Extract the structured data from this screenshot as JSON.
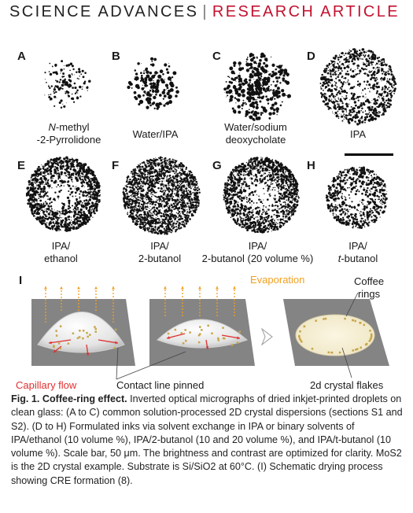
{
  "header": {
    "journal": "SCIENCE ADVANCES",
    "separator": "|",
    "section": "RESEARCH ARTICLE"
  },
  "panels": [
    {
      "label": "A",
      "caption_lines": [
        "N-methyl",
        "-2-Pyrrolidone"
      ]
    },
    {
      "label": "B",
      "caption_lines": [
        "Water/IPA"
      ]
    },
    {
      "label": "C",
      "caption_lines": [
        "Water/sodium",
        "deoxycholate"
      ]
    },
    {
      "label": "D",
      "caption_lines": [
        "IPA"
      ]
    },
    {
      "label": "E",
      "caption_lines": [
        "IPA/",
        "ethanol"
      ]
    },
    {
      "label": "F",
      "caption_lines": [
        "IPA/",
        "2-butanol"
      ]
    },
    {
      "label": "G",
      "caption_lines": [
        "IPA/",
        "2-butanol (20 volume %)"
      ]
    },
    {
      "label": "H",
      "caption_lines": [
        "IPA/",
        "t-butanol"
      ]
    }
  ],
  "schematic": {
    "label": "I",
    "evaporation": "Evaporation",
    "coffee_rings": [
      "Coffee",
      "rings"
    ],
    "capillary_flow": "Capillary flow",
    "contact_line": "Contact line pinned",
    "flakes": "2d crystal flakes",
    "colors": {
      "evaporation": "#f0a020",
      "capillary": "#e03030",
      "substrate": "#808080"
    }
  },
  "figure_caption": {
    "title": "Fig. 1. Coffee-ring effect.",
    "body": "Inverted optical micrographs of dried inkjet-printed droplets on clean glass: (A to C) common solution-processed 2D crystal dispersions (sections S1 and S2). (D to H) Formulated inks via solvent exchange in IPA or binary solvents of IPA/ethanol (10 volume %), IPA/2-butanol (10 and 20 volume %), and IPA/t-butanol (10 volume %). Scale bar, 50 μm. The brightness and contrast are optimized for clarity. MoS2 is the 2D crystal example. Substrate is Si/SiO2 at 60°C. (I) Schematic drying process showing CRE formation (8)."
  }
}
